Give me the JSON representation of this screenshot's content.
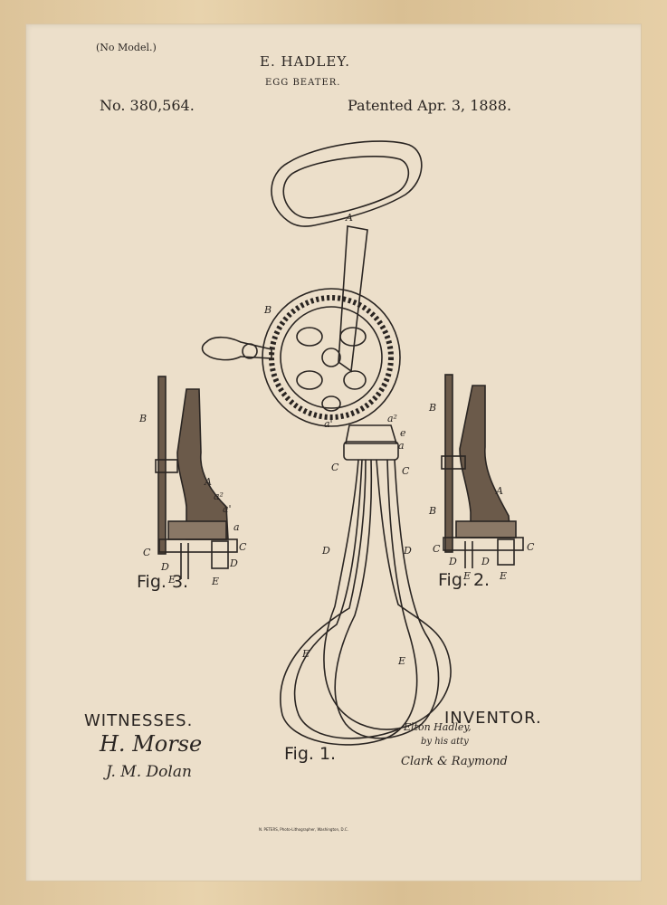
{
  "header": {
    "no_model": "(No Model.)",
    "inventor_name": "E. HADLEY.",
    "title": "EGG BEATER.",
    "patent_number": "No. 380,564.",
    "patent_date": "Patented Apr. 3, 1888."
  },
  "figures": {
    "fig1": "Fig. 1.",
    "fig2": "Fig. 2.",
    "fig3": "Fig. 3."
  },
  "labels": {
    "A": "A",
    "B": "B",
    "C": "C",
    "D": "D",
    "E": "E",
    "a": "a",
    "a_prime": "a'",
    "a_two": "a²",
    "e": "e"
  },
  "witnesses": {
    "label": "WITNESSES.",
    "signature_1": "H. Morse",
    "signature_2": "J. M. Dolan"
  },
  "inventor": {
    "label": "INVENTOR.",
    "signature_1": "Elton Hadley,",
    "signature_2": "by his atty",
    "signature_3": "Clark & Raymond"
  },
  "footer": "N. PETERS, Photo-Lithographer, Washington, D.C."
}
